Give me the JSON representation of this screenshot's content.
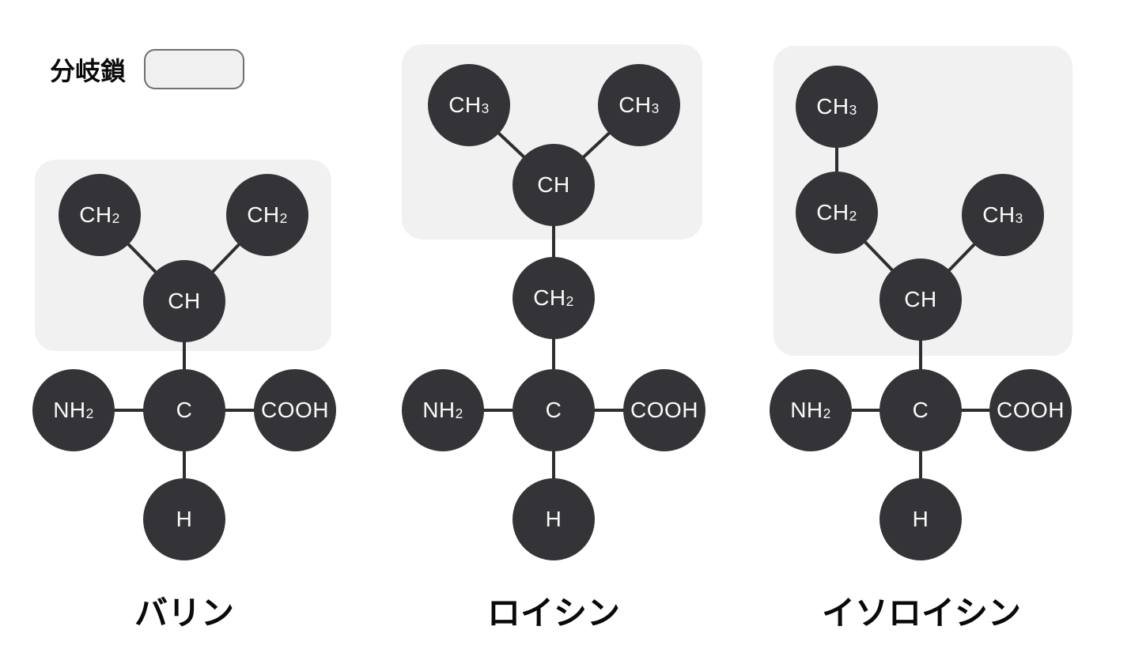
{
  "legend": {
    "label": "分岐鎖"
  },
  "molecules": [
    {
      "name": "バリン",
      "nodes": [
        {
          "label": "CH",
          "sub": "2"
        },
        {
          "label": "CH",
          "sub": "2"
        },
        {
          "label": "CH"
        },
        {
          "label": "NH",
          "sub": "2"
        },
        {
          "label": "C"
        },
        {
          "label": "COOH"
        },
        {
          "label": "H"
        }
      ]
    },
    {
      "name": "ロイシン",
      "nodes": [
        {
          "label": "CH",
          "sub": "3"
        },
        {
          "label": "CH",
          "sub": "3"
        },
        {
          "label": "CH"
        },
        {
          "label": "CH",
          "sub": "2"
        },
        {
          "label": "NH",
          "sub": "2"
        },
        {
          "label": "C"
        },
        {
          "label": "COOH"
        },
        {
          "label": "H"
        }
      ]
    },
    {
      "name": "イソロイシン",
      "nodes": [
        {
          "label": "CH",
          "sub": "3"
        },
        {
          "label": "CH",
          "sub": "2"
        },
        {
          "label": "CH",
          "sub": "3"
        },
        {
          "label": "CH"
        },
        {
          "label": "NH",
          "sub": "2"
        },
        {
          "label": "C"
        },
        {
          "label": "COOH"
        },
        {
          "label": "H"
        }
      ]
    }
  ],
  "colors": {
    "node_fill": "#343438",
    "node_text": "#fafafa",
    "bond": "#2e2e31",
    "highlight_fill": "#f1f1f1",
    "legend_swatch_fill": "#f0f0f0",
    "legend_swatch_border": "#6f6f6f",
    "label_text": "#0a0a0a",
    "background": "#ffffff"
  }
}
